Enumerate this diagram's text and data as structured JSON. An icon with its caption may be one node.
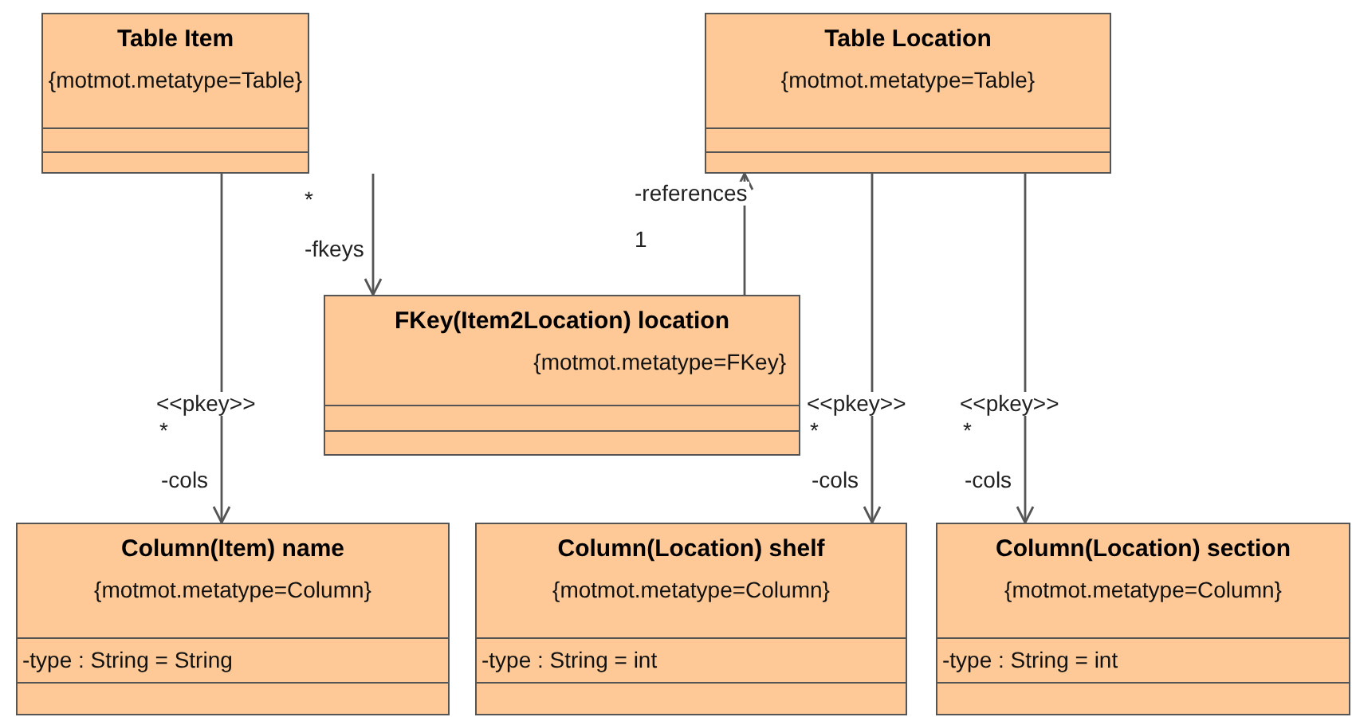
{
  "diagram": {
    "nodes": [
      {
        "text": [
          "Table Item",
          "{motmot.metatype=Table}"
        ]
      },
      {
        "text": [
          "Table Location",
          "{motmot.metatype=Table}"
        ]
      },
      {
        "text": [
          "FKey(Item2Location) location",
          "{motmot.metatype=FKey}"
        ]
      },
      {
        "text": [
          "Column(Item) name",
          "{motmot.metatype=Column}",
          "-type : String = String"
        ]
      },
      {
        "text": [
          "Column(Location) shelf",
          "{motmot.metatype=Column}",
          "-type : String = int"
        ]
      },
      {
        "text": [
          "Column(Location) section",
          "{motmot.metatype=Column}",
          "-type : String = int"
        ]
      }
    ],
    "edges": [
      {
        "from": 0,
        "to": 2,
        "arrow": "to"
      },
      {
        "from": 2,
        "to": 1,
        "arrow": "to"
      },
      {
        "from": 0,
        "to": 3,
        "arrow": "to"
      },
      {
        "from": 1,
        "to": 4,
        "arrow": "to"
      },
      {
        "from": 1,
        "to": 5,
        "arrow": "to"
      }
    ],
    "labels": [
      "-references",
      "*",
      "1",
      "-fkeys",
      "<<pkey>>",
      "*",
      "-cols",
      "<<pkey>>",
      "*",
      "-cols",
      "<<pkey>>",
      "*",
      "-cols"
    ]
  }
}
